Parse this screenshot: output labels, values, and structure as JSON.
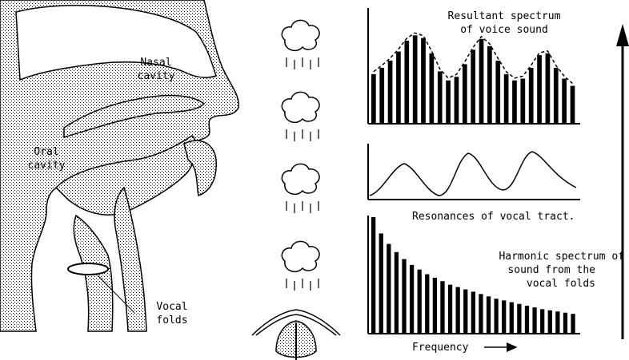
{
  "anatomy": {
    "nasal_cavity": [
      "Nasal",
      "cavity"
    ],
    "oral_cavity": [
      "Oral",
      "cavity"
    ],
    "vocal_folds": [
      "Vocal",
      "folds"
    ]
  },
  "resultant": {
    "title_lines": [
      "Resultant spectrum",
      "of voice sound"
    ],
    "values": [
      0.55,
      0.62,
      0.7,
      0.8,
      0.92,
      0.98,
      0.95,
      0.78,
      0.58,
      0.48,
      0.52,
      0.66,
      0.82,
      0.94,
      0.86,
      0.7,
      0.55,
      0.48,
      0.5,
      0.62,
      0.76,
      0.78,
      0.62,
      0.5,
      0.42
    ]
  },
  "resonances": {
    "label": "Resonances of vocal tract."
  },
  "harmonic": {
    "label_lines": [
      "Harmonic spectrum of",
      "sound from the",
      "vocal folds"
    ],
    "values": [
      1.0,
      0.86,
      0.77,
      0.7,
      0.64,
      0.59,
      0.55,
      0.51,
      0.48,
      0.45,
      0.42,
      0.4,
      0.38,
      0.36,
      0.34,
      0.32,
      0.3,
      0.285,
      0.27,
      0.255,
      0.24,
      0.225,
      0.21,
      0.2,
      0.19,
      0.18,
      0.17
    ]
  },
  "frequency_label": "Frequency"
}
